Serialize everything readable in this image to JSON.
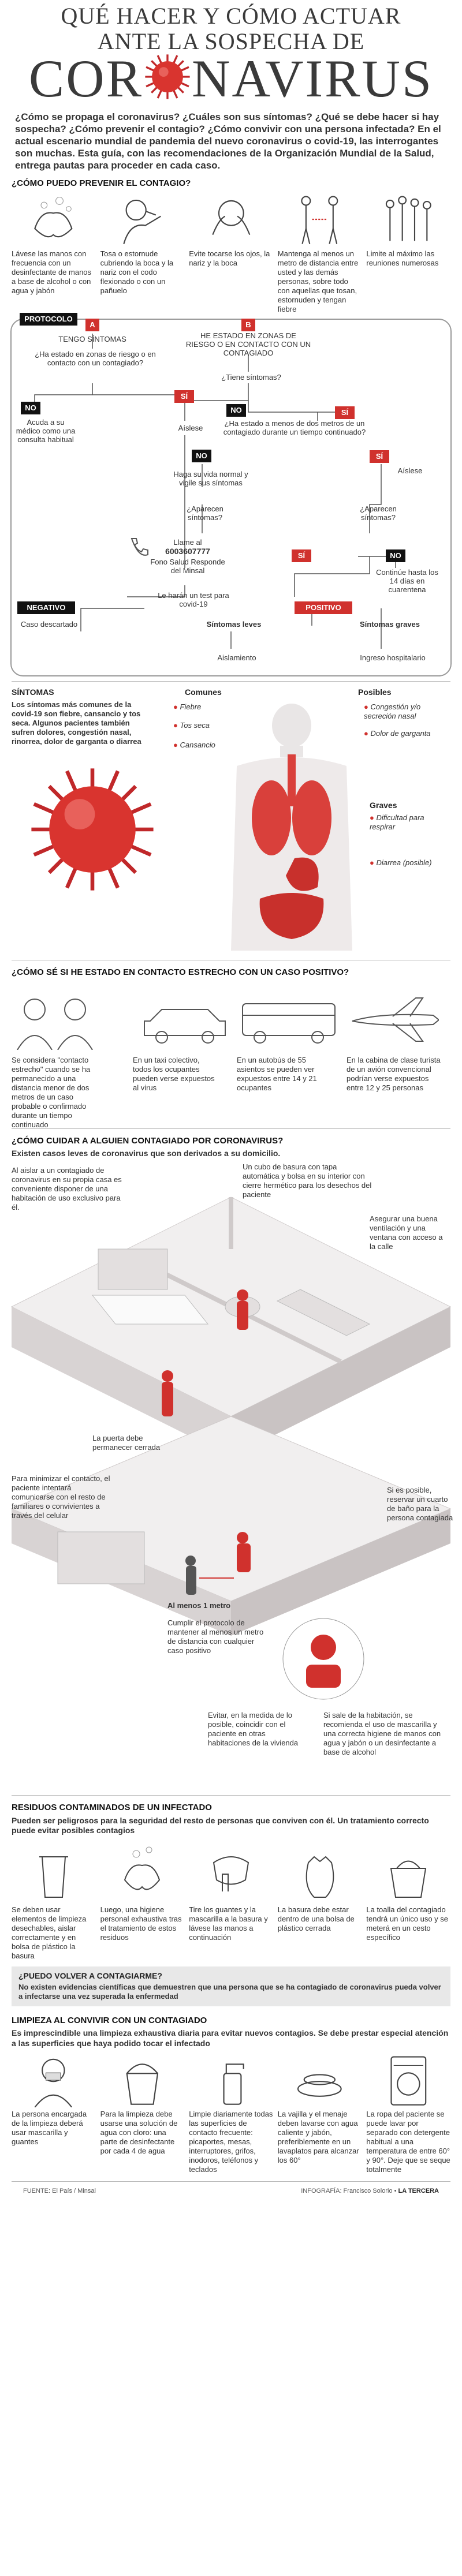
{
  "title": {
    "line1": "QUÉ HACER Y CÓMO ACTUAR",
    "line2": "ANTE LA SOSPECHA DE",
    "line3a": "COR",
    "line3b": "NAVIRUS"
  },
  "intro": "¿Cómo se propaga el coronavirus? ¿Cuáles son sus síntomas? ¿Qué se debe hacer si hay sospecha? ¿Cómo prevenir el contagio? ¿Cómo convivir con una persona infectada? En el actual escenario mundial de pandemia del nuevo coronavirus o covid-19, las interrogantes son muchas. Esta guía, con las recomendaciones de la Organización Mundial de la Salud, entrega pautas para proceder en cada caso.",
  "prevent": {
    "heading": "¿CÓMO PUEDO PREVENIR EL CONTAGIO?",
    "items": [
      {
        "text": "Lávese las manos con frecuencia con un desinfectante de manos a base de alcohol o con agua y jabón",
        "icon": "handwash-icon"
      },
      {
        "text": "Tosa o estornude cubriendo la boca y la nariz con el codo flexionado o con un pañuelo",
        "icon": "cough-icon"
      },
      {
        "text": "Evite tocarse los ojos, la nariz y la boca",
        "icon": "face-touch-icon"
      },
      {
        "text": "Mantenga al menos un metro de distancia entre usted y las demás personas, sobre todo con aquellas que tosan, estornuden y tengan fiebre",
        "icon": "distance-icon"
      },
      {
        "text": "Limite al máximo las reuniones numerosas",
        "icon": "crowd-icon"
      }
    ]
  },
  "protocol": {
    "title": "PROTOCOLO",
    "a": "A",
    "b": "B",
    "a_head": "TENGO SÍNTOMAS",
    "a_q": "¿Ha estado en zonas de riesgo o en contacto con un contagiado?",
    "b_head": "HE ESTADO EN ZONAS DE RIESGO O EN CONTACTO CON UN CONTAGIADO",
    "b_q": "¿Tiene síntomas?",
    "no": "NO",
    "si": "SÍ",
    "a_no": "Acuda a su médico como una consulta habitual",
    "aislese": "Aíslese",
    "b_no_q": "¿Ha estado a menos de dos metros de un contagiado durante un tiempo continuado?",
    "normal": "Haga su vida normal y vigile sus síntomas",
    "aparecen": "¿Aparecen síntomas?",
    "call_head": "Llame al",
    "phone": "6003607777",
    "call_tail": "Fono Salud Responde del Minsal",
    "continue": "Continúe hasta los 14 días en cuarentena",
    "test": "Le harán un test para covid-19",
    "negativo": "NEGATIVO",
    "positivo": "POSITIVO",
    "descartado": "Caso descartado",
    "leves": "Síntomas leves",
    "graves": "Síntomas graves",
    "aislamiento": "Aislamiento",
    "ingreso": "Ingreso hospitalario"
  },
  "symptoms": {
    "heading": "SÍNTOMAS",
    "desc": "Los síntomas más comunes de la covid-19 son fiebre, cansancio y tos seca. Algunos pacientes también sufren dolores, congestión nasal, rinorrea, dolor de garganta o diarrea",
    "comunes": "Comunes",
    "posibles": "Posibles",
    "graves": "Graves",
    "c_items": [
      "Fiebre",
      "Tos seca",
      "Cansancio"
    ],
    "p_items": [
      "Congestión y/o secreción nasal",
      "Dolor de garganta"
    ],
    "g_items": [
      "Dificultad para respirar"
    ],
    "p_items2": [
      "Diarrea (posible)"
    ]
  },
  "contact": {
    "heading": "¿CÓMO SÉ SI HE ESTADO EN CONTACTO ESTRECHO CON UN CASO POSITIVO?",
    "items": [
      "Se considera \"contacto estrecho\" cuando se ha permanecido a una distancia menor de dos metros de un caso probable o confirmado durante un tiempo continuado",
      "En un taxi colectivo, todos los ocupantes pueden verse expuestos al virus",
      "En un autobús de 55 asientos se pueden ver expuestos entre 14 y 21 ocupantes",
      "En la cabina de clase turista de un avión convencional podrían verse expuestos entre 12 y 25 personas"
    ]
  },
  "care": {
    "heading": "¿CÓMO CUIDAR A ALGUIEN CONTAGIADO POR CORONAVIRUS?",
    "sub": "Existen casos leves de coronavirus que son derivados a su domicilio.",
    "notes": [
      "Al aislar a un contagiado de coronavirus en su propia casa es conveniente disponer de una habitación de uso exclusivo para él.",
      "Un cubo de basura con tapa automática y bolsa en su interior con cierre hermético para los desechos del paciente",
      "Asegurar una buena ventilación y una ventana con acceso a la calle",
      "La puerta debe permanecer cerrada",
      "Para minimizar el contacto, el paciente intentará comunicarse con el resto de familiares o convivientes a través del celular",
      "Si es posible, reservar un cuarto de baño para la persona contagiada",
      "Al menos 1 metro",
      "Cumplir el protocolo de mantener al menos un metro de distancia con cualquier caso positivo",
      "Evitar, en la medida de lo posible, coincidir con el paciente en otras habitaciones de la vivienda",
      "Si sale de la habitación, se recomienda el uso de mascarilla y una correcta higiene de manos con agua y jabón o un desinfectante a base de alcohol"
    ]
  },
  "waste": {
    "heading": "RESIDUOS CONTAMINADOS DE UN INFECTADO",
    "sub": "Pueden ser peligrosos para la seguridad del resto de personas que conviven con él. Un tratamiento correcto puede evitar posibles contagios",
    "items": [
      "Se deben usar elementos de limpieza desechables, aislar correctamente y en bolsa de plástico la basura",
      "Luego, una higiene personal exhaustiva tras el tratamiento de estos residuos",
      "Tire los guantes y la mascarilla a la basura y lávese las manos a continuación",
      "La basura debe estar dentro de una bolsa de plástico cerrada",
      "La toalla del contagiado tendrá un único uso y se meterá en un cesto específico"
    ]
  },
  "again": {
    "q": "¿PUEDO VOLVER A CONTAGIARME?",
    "a": "No existen evidencias científicas que demuestren que una persona que se ha contagiado de coronavirus pueda volver a infectarse una vez superada la enfermedad"
  },
  "cleaning": {
    "heading": "LIMPIEZA AL CONVIVIR CON UN CONTAGIADO",
    "sub": "Es imprescindible una limpieza exhaustiva diaria para evitar nuevos contagios. Se debe prestar especial atención a las superficies que haya podido tocar el infectado",
    "items": [
      "La persona encargada de la limpieza deberá usar mascarilla y guantes",
      "Para la limpieza debe usarse una solución de agua con cloro: una parte de desinfectante por cada 4 de agua",
      "Limpie diariamente todas las superficies de contacto frecuente: picaportes, mesas, interruptores, grifos, inodoros, teléfonos y teclados",
      "La vajilla y el menaje deben lavarse con agua caliente y jabón, preferiblemente en un lavaplatos para alcanzar los 60°",
      "La ropa del paciente se puede lavar por separado con detergente habitual a una temperatura de entre 60° y 90°. Deje que se seque totalmente"
    ]
  },
  "footer": {
    "source": "FUENTE: El País / Minsal",
    "credit_label": "INFOGRAFÍA: Francisco Solorio •",
    "credit_brand": "LA TERCERA"
  },
  "colors": {
    "accent": "#d0312d",
    "text": "#222222",
    "line": "#999999"
  }
}
